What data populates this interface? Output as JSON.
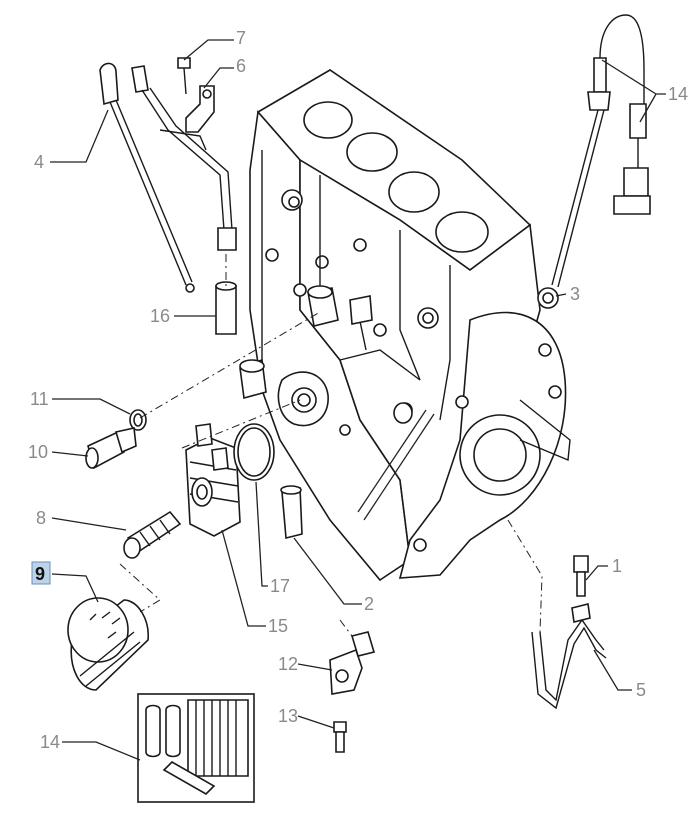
{
  "selected_callout": "9",
  "callouts": {
    "c1": "1",
    "c2": "2",
    "c3": "3",
    "c4": "4",
    "c5": "5",
    "c6": "6",
    "c7": "7",
    "c8": "8",
    "c9": "9",
    "c10": "10",
    "c11": "11",
    "c12": "12",
    "c13": "13",
    "c14a": "14",
    "c14b": "14",
    "c15": "15",
    "c16": "16",
    "c17": "17"
  },
  "colors": {
    "label": "#8a8a8a",
    "highlight": "#bcd3ea",
    "line": "#222222"
  }
}
